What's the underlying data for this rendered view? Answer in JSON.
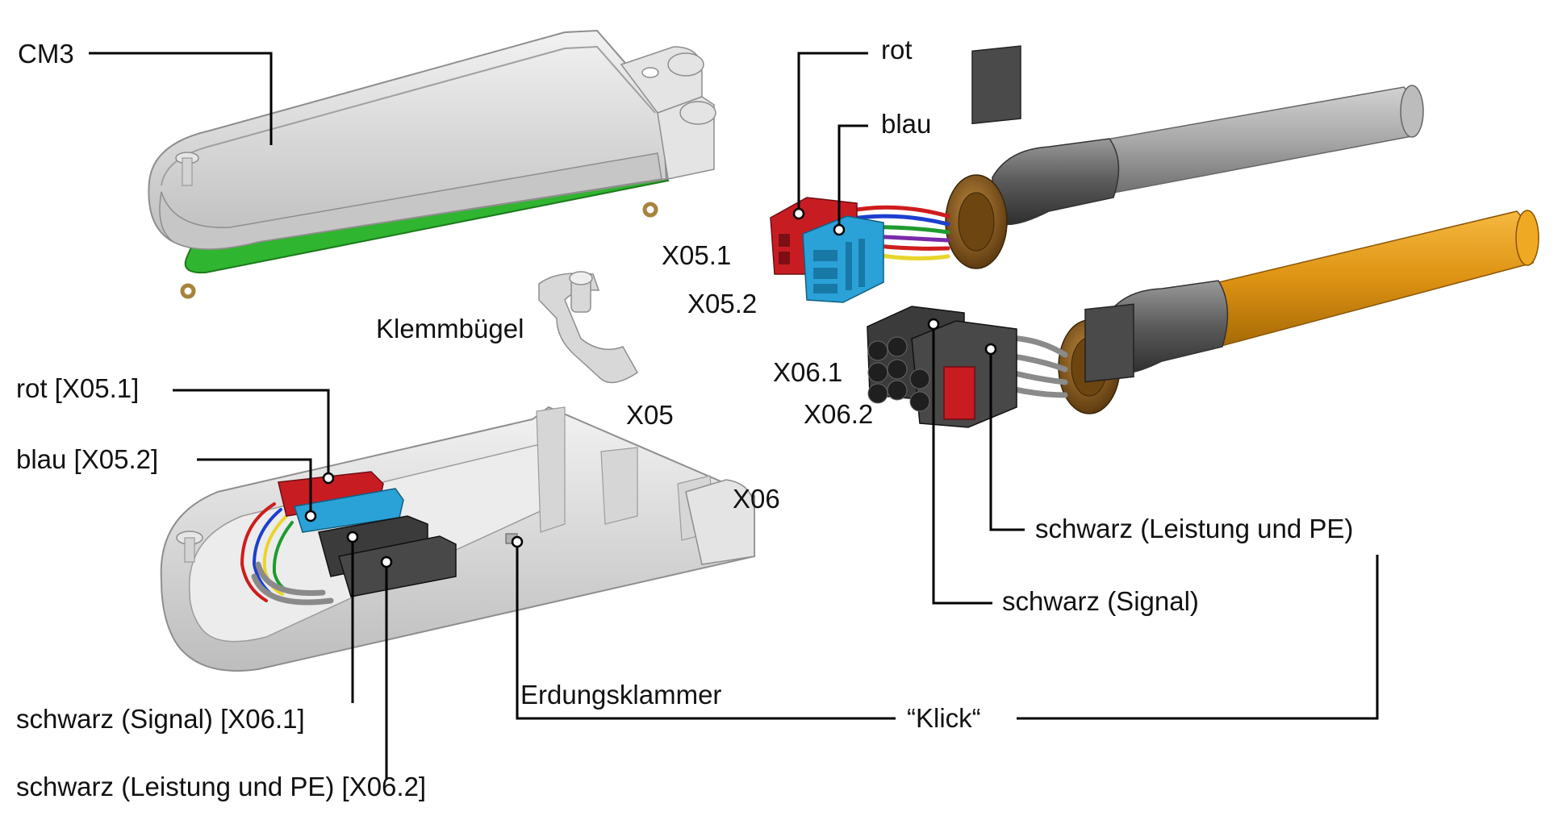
{
  "colors": {
    "housing": "#dcdcdc",
    "housing_edge": "#8e8e8e",
    "pcb": "#2fb52f",
    "red_connector": "#c81c23",
    "blue_connector": "#2aa2d8",
    "black_connector": "#3b3b3b",
    "bronze_flange": "#8a5a1c",
    "grey_cable": "#a9a9a9",
    "orange_cable": "#e39c14",
    "leader_line": "#000000"
  },
  "labels": {
    "cm3": "CM3",
    "rot": "rot",
    "blau": "blau",
    "x05_1": "X05.1",
    "x05_2": "X05.2",
    "klemmbuegel": "Klemmbügel",
    "x06_1": "X06.1",
    "x06_2": "X06.2",
    "rot_x05_1": "rot [X05.1]",
    "blau_x05_2": "blau [X05.2]",
    "x05": "X05",
    "x06": "X06",
    "schwarz_leistung_pe": "schwarz (Leistung und PE)",
    "schwarz_signal": "schwarz (Signal)",
    "erdungsklammer": "Erdungsklammer",
    "klick": "“Klick“",
    "schwarz_signal_x06_1": "schwarz (Signal) [X06.1]",
    "schwarz_leistung_pe_x06_2": "schwarz (Leistung und PE) [X06.2]"
  }
}
